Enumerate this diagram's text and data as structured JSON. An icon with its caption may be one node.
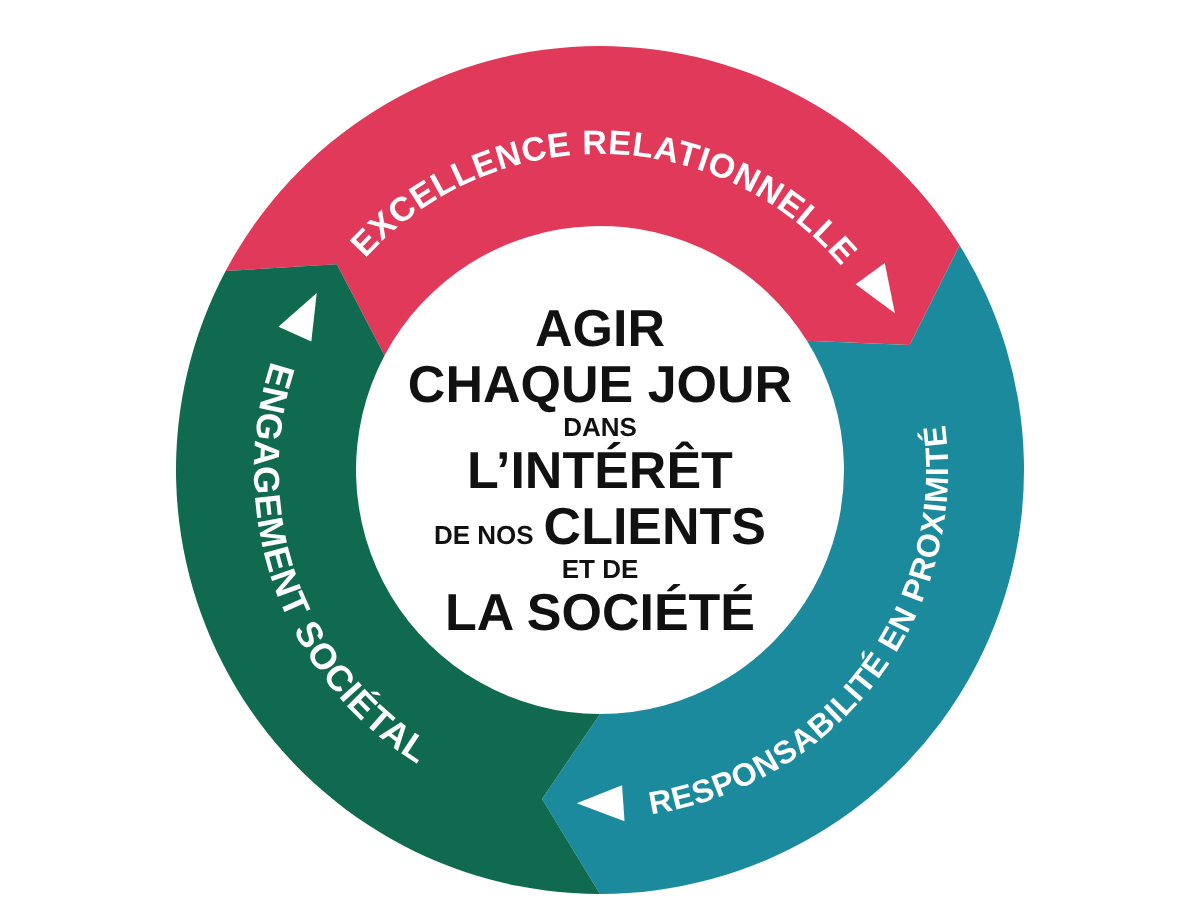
{
  "diagram": {
    "nodes": [
      {
        "text": [
          "AGIR",
          "CHAQUE JOUR",
          "DANS",
          "L’INTÉRÊT",
          "DE NOS",
          "CLIENTS",
          "ET DE",
          "LA SOCIÉTÉ"
        ]
      },
      {
        "text": [
          "EXCELLENCE RELATIONNELLE"
        ]
      },
      {
        "text": [
          "RESPONSABILITÉ EN PROXIMITÉ"
        ]
      },
      {
        "text": [
          "ENGAGEMENT SOCIÉTAL"
        ]
      }
    ]
  }
}
